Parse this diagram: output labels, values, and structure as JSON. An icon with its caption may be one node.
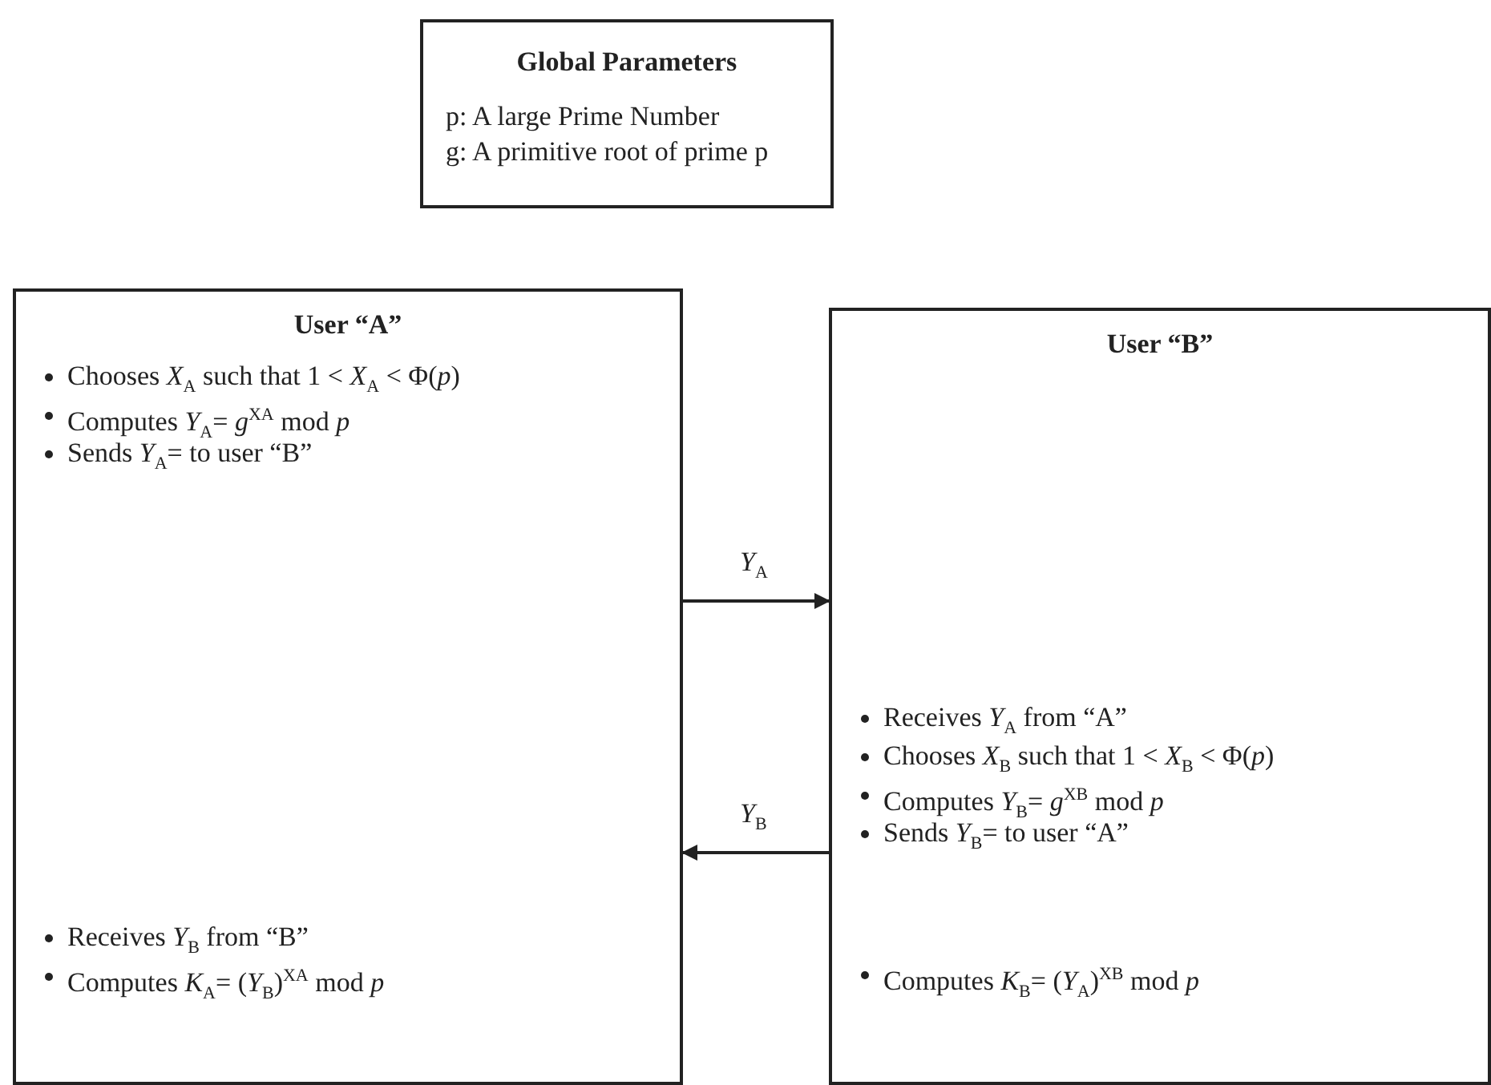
{
  "diagram": {
    "nodes": [
      {
        "text": [
          "Global Parameters",
          "p: A large Prime Number",
          "g: A primitive root of prime p"
        ]
      },
      {
        "text": [
          "User “A”",
          "Chooses *X*$_{A}$ such that 1 <  *X*$_{A}$ < Φ(*p*)",
          "Computes *Y*$_{A}$= *g*$^{XA}$ mod *p*",
          "Sends *Y*$_{A}$= to user “B”",
          "Receives *Y*$_{B}$ from “B”",
          "Computes *K*$_{A}$= (*Y*$_{B}$)$^{XA}$ mod *p*"
        ]
      },
      {
        "text": [
          "User “B”",
          "Receives *Y*$_{A}$ from “A”",
          "Chooses *X*$_{B}$ such that 1 <  *X*$_{B}$ < Φ(*p*)",
          "Computes *Y*$_{B}$= *g*$^{XB}$ mod *p*",
          "Sends *Y*$_{B}$= to user “A”",
          "Computes *K*$_{B}$= (*Y*$_{A}$)$^{XB}$ mod *p*"
        ]
      }
    ],
    "edges": [
      {
        "from": 1,
        "to": 2,
        "arrow": "to",
        "label": "*Y*$_{A}$"
      },
      {
        "from": 2,
        "to": 1,
        "arrow": "to",
        "label": "*Y*$_{B}$"
      }
    ]
  }
}
